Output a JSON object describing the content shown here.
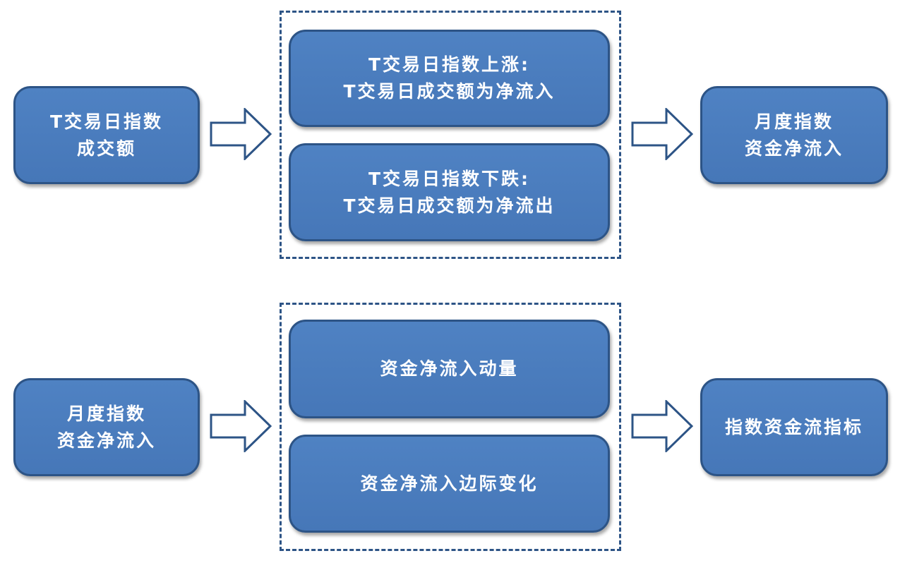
{
  "row1": {
    "source": {
      "line1": "T交易日指数",
      "line2": "成交额"
    },
    "cond_up": {
      "line1": "T交易日指数上涨:",
      "line2": "T交易日成交额为净流入"
    },
    "cond_down": {
      "line1": "T交易日指数下跌:",
      "line2": "T交易日成交额为净流出"
    },
    "result": {
      "line1": "月度指数",
      "line2": "资金净流入"
    }
  },
  "row2": {
    "source": {
      "line1": "月度指数",
      "line2": "资金净流入"
    },
    "momentum": {
      "label": "资金净流入动量"
    },
    "marginal": {
      "label": "资金净流入边际变化"
    },
    "result": {
      "label": "指数资金流指标"
    }
  },
  "colors": {
    "box_fill": "#4a7cbd",
    "box_border": "#2d5486",
    "dashed_border": "#2d5486",
    "arrow_stroke": "#2d5486"
  }
}
